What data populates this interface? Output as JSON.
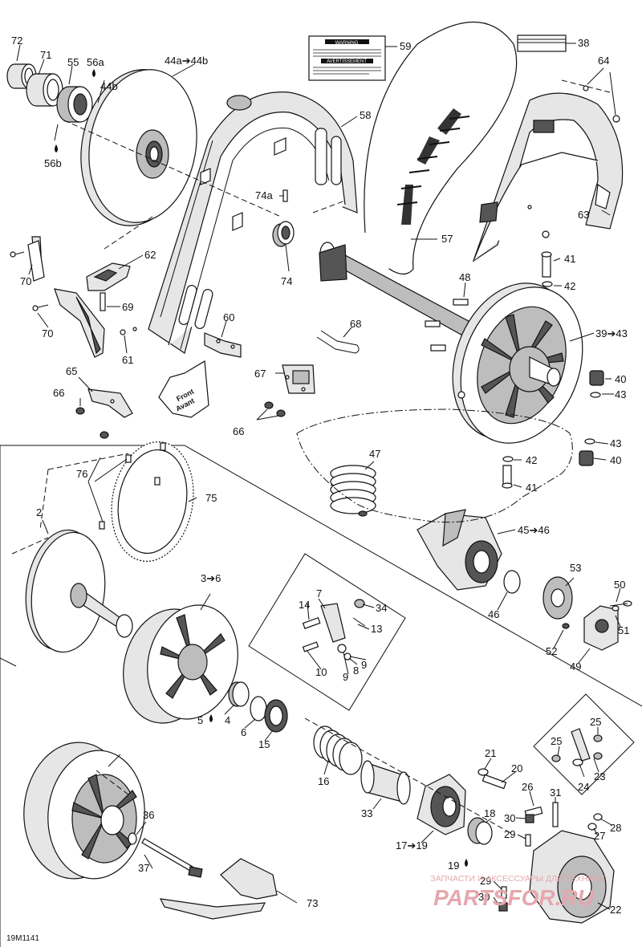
{
  "figure_id": "19M1141",
  "front_arrow": [
    "Front",
    "Avant"
  ],
  "warning_label": {
    "heading_en": "WARNING",
    "heading_fr": "AVERTISSEMENT"
  },
  "watermark": {
    "line1": "ЗАПЧАСТИ И АКСЕССУАРЫ ДЛЯ ТЕХНИКИ",
    "logo": "PARTSFOR.RU"
  },
  "callouts": {
    "c72": "72",
    "c71": "71",
    "c55": "55",
    "c56a": "56a",
    "c44b": "44b",
    "c56b": "56b",
    "c44a44b": "44a➔44b",
    "c59": "59",
    "c38": "38",
    "c64": "64",
    "c58": "58",
    "c74a": "74a",
    "c74": "74",
    "c57": "57",
    "c63": "63",
    "c62": "62",
    "c70a": "70",
    "c69": "69",
    "c70b": "70",
    "c60": "60",
    "c61": "61",
    "c41a": "41",
    "c42a": "42",
    "c48": "48",
    "c3943": "39➔43",
    "c68": "68",
    "c40a": "40",
    "c43a": "43",
    "c65": "65",
    "c66a": "66",
    "c67": "67",
    "c66b": "66",
    "c43b": "43",
    "c42b": "42",
    "c40b": "40",
    "c41b": "41",
    "c47": "47",
    "c76": "76",
    "c75": "75",
    "c2": "2",
    "c4546": "45➔46",
    "c36": "3➔6",
    "c7": "7",
    "c14": "14",
    "c34": "34",
    "c13": "13",
    "c53": "53",
    "c50": "50",
    "c46": "46",
    "c51": "51",
    "c52": "52",
    "c49": "49",
    "c10": "10",
    "c9a": "9",
    "c9b": "9",
    "c8": "8",
    "c5": "5",
    "c4": "4",
    "c6": "6",
    "c15": "15",
    "c16": "16",
    "c21": "21",
    "c20": "20",
    "c25a": "25",
    "c25b": "25",
    "c23": "23",
    "c24": "24",
    "c26": "26",
    "c31": "31",
    "c28": "28",
    "c27": "27",
    "c33": "33",
    "c18": "18",
    "c30a": "30",
    "c29a": "29",
    "c1719": "17➔19",
    "c19": "19",
    "c29b": "29",
    "c30b": "30",
    "c22": "22",
    "c36b": "36",
    "c37": "37",
    "c73": "73"
  }
}
